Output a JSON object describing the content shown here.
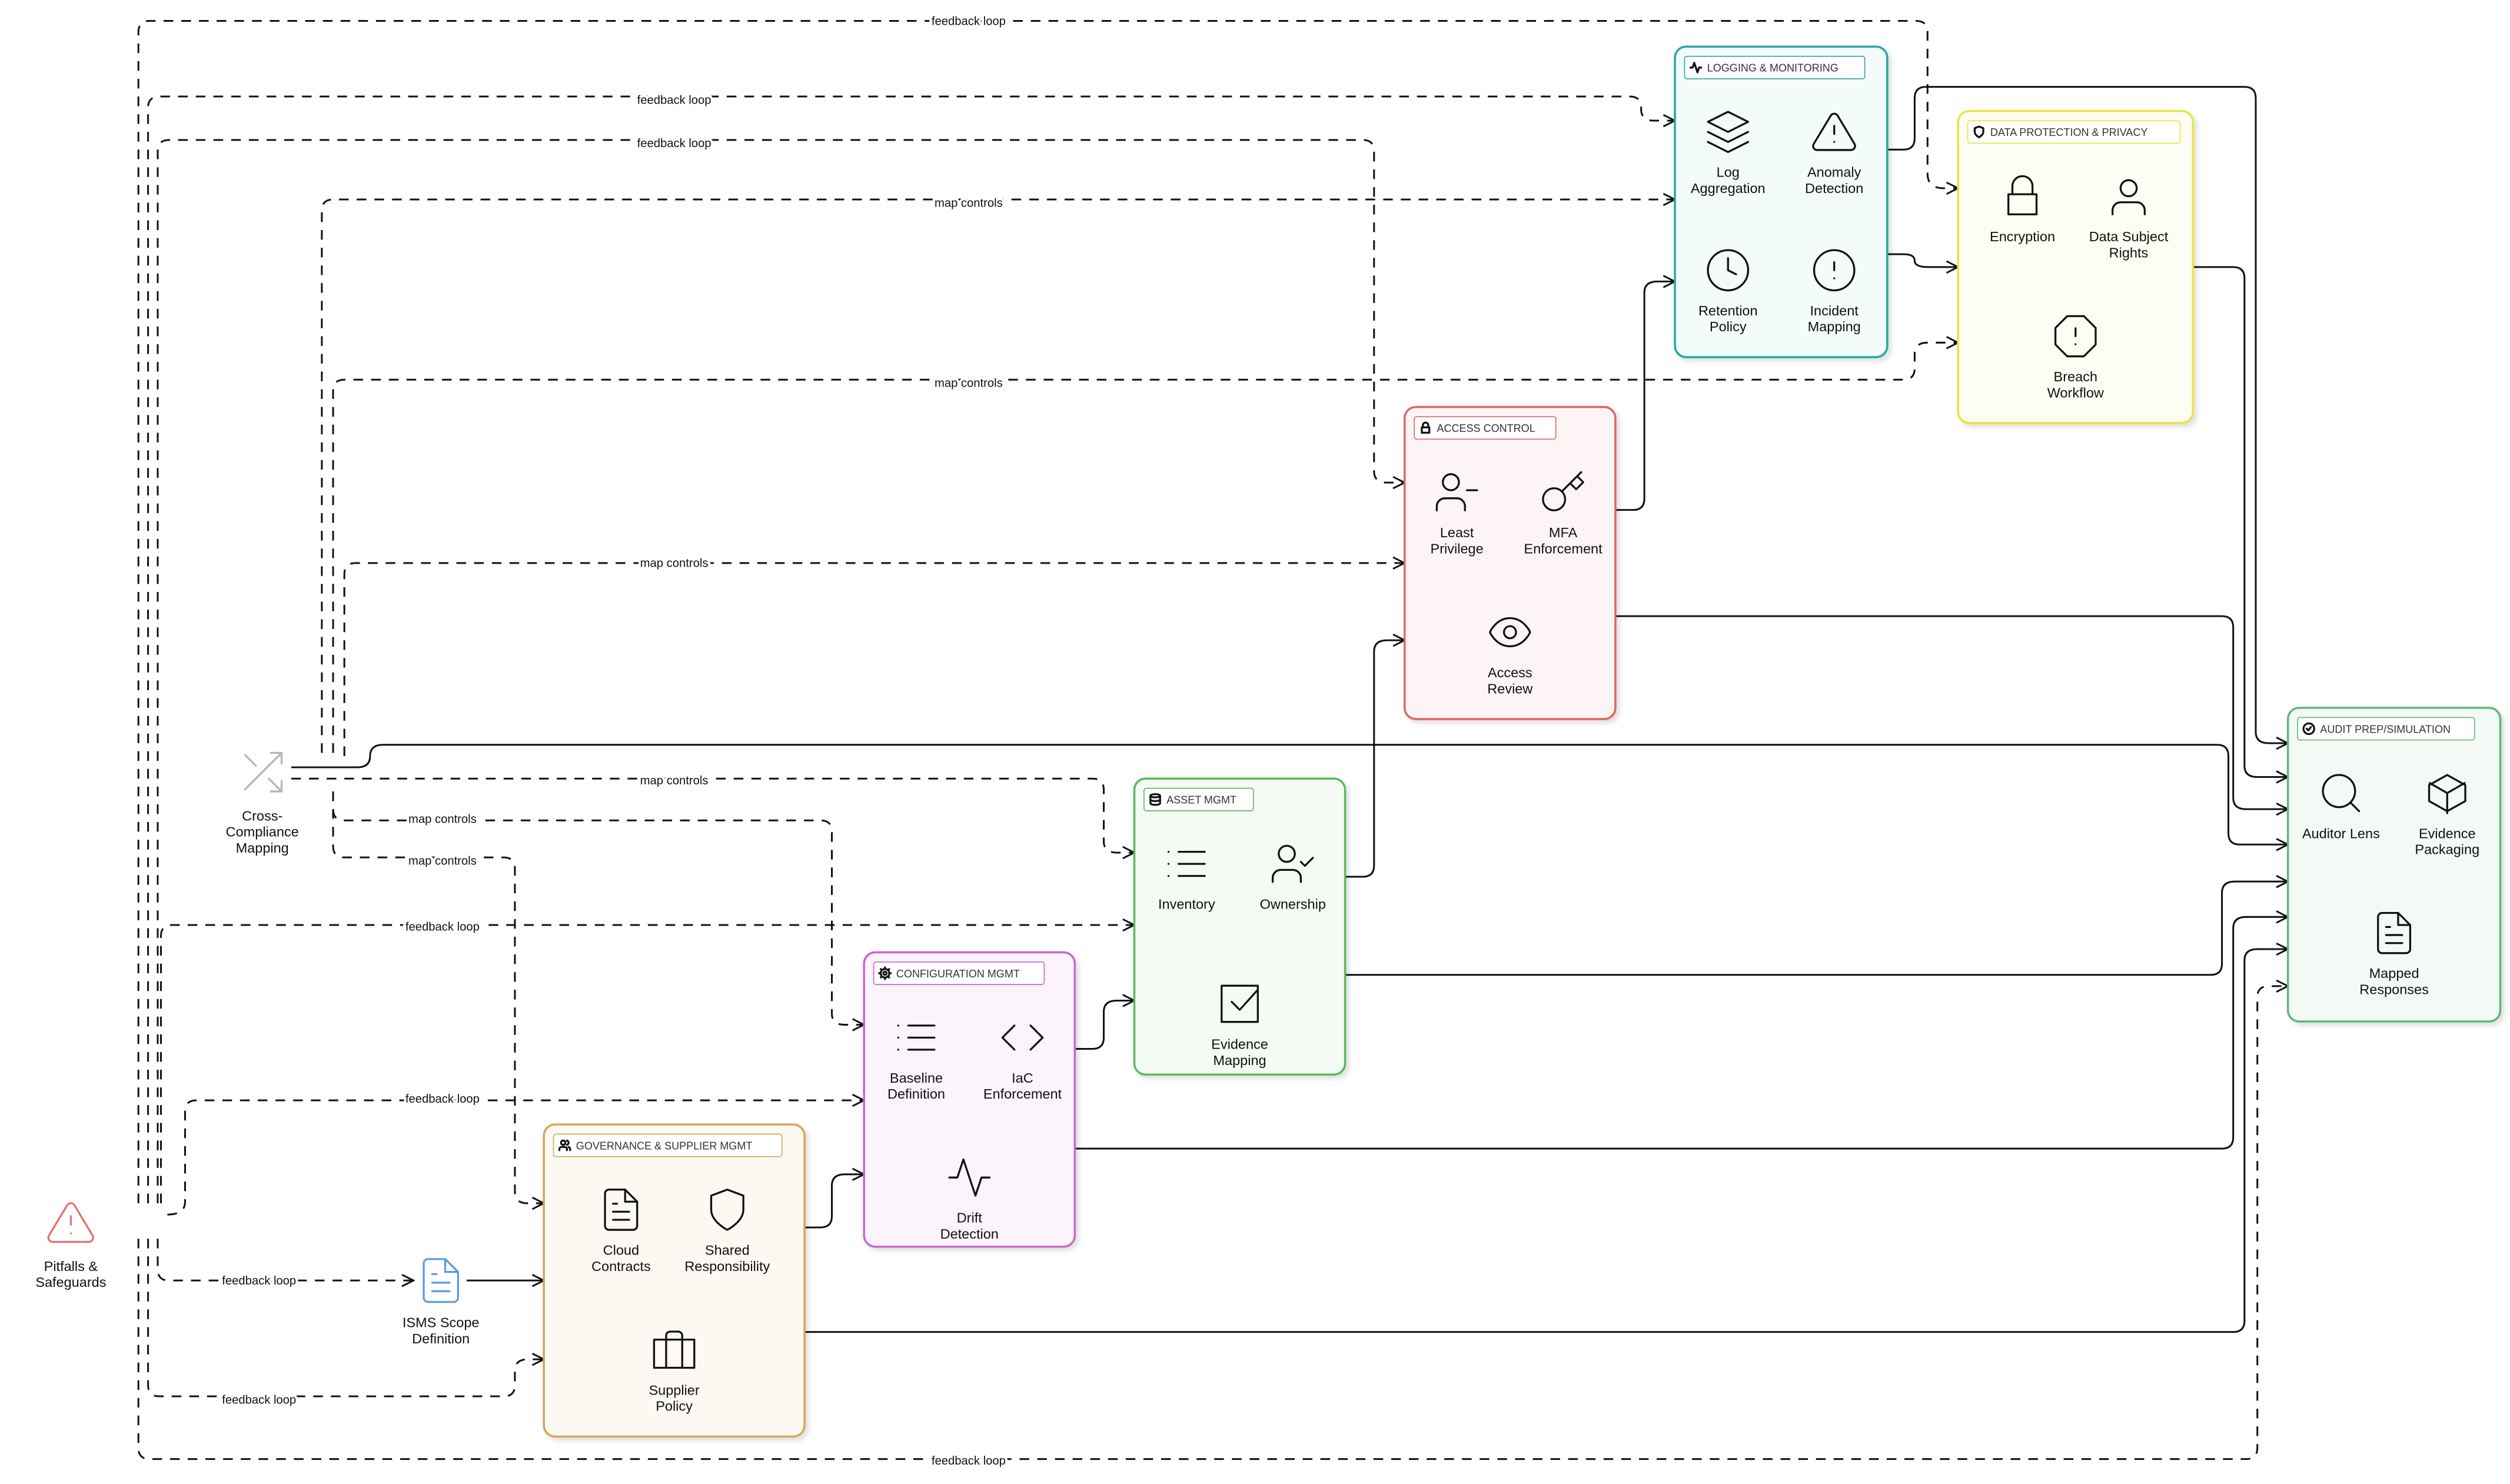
{
  "colors": {
    "logging": "#2aa6a6",
    "data_protection": "#e6e640",
    "access": "#e06666",
    "asset": "#5cb85c",
    "config": "#cc66cc",
    "governance": "#d9a45a",
    "audit": "#5cb87a",
    "pitfalls": "#e87070",
    "isms": "#5b9be6",
    "cross": "#b5b5b5"
  },
  "groups": {
    "logging": {
      "title": "LOGGING & MONITORING",
      "icon": "activity-icon",
      "items": [
        {
          "lines": [
            "Log",
            "Aggregation"
          ],
          "icon": "layers-icon"
        },
        {
          "lines": [
            "Anomaly",
            "Detection"
          ],
          "icon": "alert-triangle-icon"
        },
        {
          "lines": [
            "Retention",
            "Policy"
          ],
          "icon": "clock-icon"
        },
        {
          "lines": [
            "Incident",
            "Mapping"
          ],
          "icon": "alert-circle-icon"
        }
      ]
    },
    "data_protection": {
      "title": "DATA PROTECTION & PRIVACY",
      "icon": "shield-icon",
      "items": [
        {
          "lines": [
            "Encryption"
          ],
          "icon": "lock-icon"
        },
        {
          "lines": [
            "Data Subject",
            "Rights"
          ],
          "icon": "user-icon"
        },
        {
          "lines": [
            "Breach",
            "Workflow"
          ],
          "icon": "octagon-alert-icon"
        }
      ]
    },
    "access": {
      "title": "ACCESS CONTROL",
      "icon": "lock-icon",
      "items": [
        {
          "lines": [
            "Least",
            "Privilege"
          ],
          "icon": "user-minus-icon"
        },
        {
          "lines": [
            "MFA",
            "Enforcement"
          ],
          "icon": "key-icon"
        },
        {
          "lines": [
            "Access",
            "Review"
          ],
          "icon": "eye-icon"
        }
      ]
    },
    "asset": {
      "title": "ASSET MGMT",
      "icon": "database-icon",
      "items": [
        {
          "lines": [
            "Inventory"
          ],
          "icon": "list-icon"
        },
        {
          "lines": [
            "Ownership"
          ],
          "icon": "user-check-icon"
        },
        {
          "lines": [
            "Evidence",
            "Mapping"
          ],
          "icon": "check-square-icon"
        }
      ]
    },
    "config": {
      "title": "CONFIGURATION MGMT",
      "icon": "gear-icon",
      "items": [
        {
          "lines": [
            "Baseline",
            "Definition"
          ],
          "icon": "list-icon"
        },
        {
          "lines": [
            "IaC",
            "Enforcement"
          ],
          "icon": "code-icon"
        },
        {
          "lines": [
            "Drift",
            "Detection"
          ],
          "icon": "activity-icon"
        }
      ]
    },
    "governance": {
      "title": "GOVERNANCE & SUPPLIER MGMT",
      "icon": "users-icon",
      "items": [
        {
          "lines": [
            "Cloud",
            "Contracts"
          ],
          "icon": "file-text-icon"
        },
        {
          "lines": [
            "Shared",
            "Responsibility"
          ],
          "icon": "shield-icon"
        },
        {
          "lines": [
            "Supplier",
            "Policy"
          ],
          "icon": "briefcase-icon"
        }
      ]
    },
    "audit": {
      "title": "AUDIT PREP/SIMULATION",
      "icon": "check-circle-icon",
      "items": [
        {
          "lines": [
            "Auditor Lens"
          ],
          "icon": "search-icon"
        },
        {
          "lines": [
            "Evidence",
            "Packaging"
          ],
          "icon": "package-icon"
        },
        {
          "lines": [
            "Mapped",
            "Responses"
          ],
          "icon": "file-text-icon"
        }
      ]
    }
  },
  "nodes": {
    "cross": {
      "lines": [
        "Cross-",
        "Compliance",
        "Mapping"
      ],
      "icon": "shuffle-icon"
    },
    "pitfalls": {
      "lines": [
        "Pitfalls &",
        "Safeguards"
      ],
      "icon": "alert-triangle-icon"
    },
    "isms": {
      "lines": [
        "ISMS Scope",
        "Definition"
      ],
      "icon": "file-text-icon"
    }
  },
  "edge_labels": {
    "feedback": "feedback loop",
    "map": "map controls"
  }
}
